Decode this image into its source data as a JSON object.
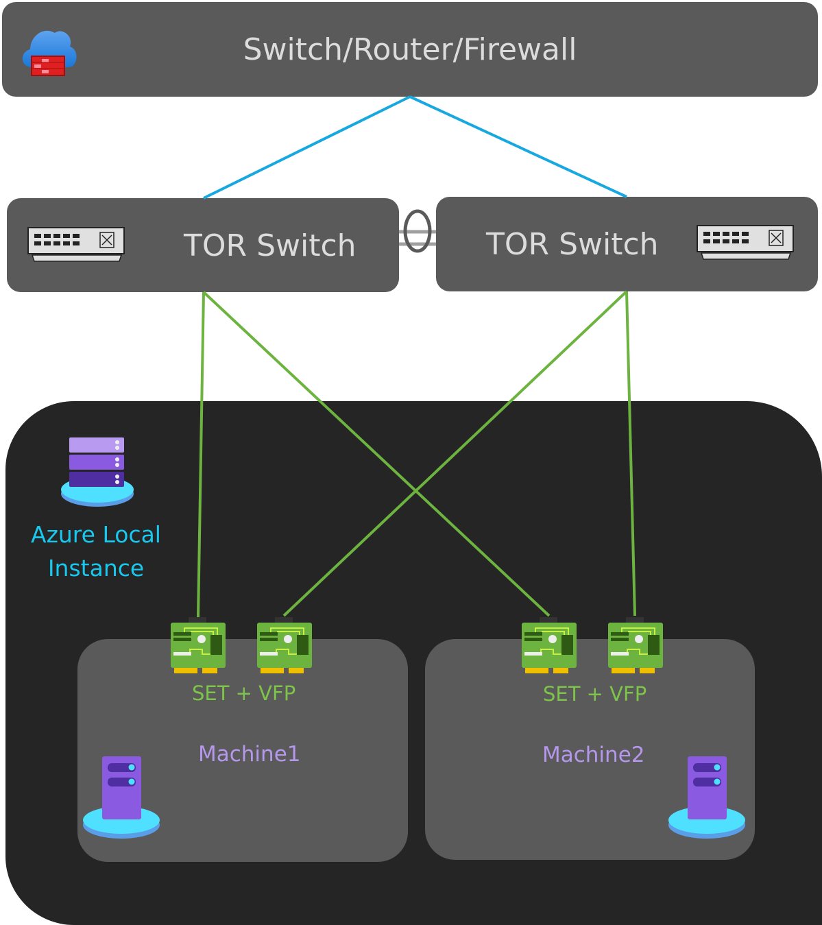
{
  "diagram": {
    "top_device": {
      "label": "Switch/Router/Firewall",
      "icon": "cloud-firewall-icon"
    },
    "tor_switches": [
      {
        "label": "TOR Switch",
        "icon": "network-switch-icon"
      },
      {
        "label": "TOR Switch",
        "icon": "network-switch-icon"
      }
    ],
    "tor_link": {
      "icon": "link-aggregation-icon"
    },
    "instance": {
      "label_line1": "Azure Local",
      "label_line2": "Instance",
      "icon": "server-stack-icon"
    },
    "machines": [
      {
        "name": "Machine1",
        "nic_label": "SET + VFP",
        "icon": "server-icon",
        "nics": [
          "nic-icon",
          "nic-icon"
        ]
      },
      {
        "name": "Machine2",
        "nic_label": "SET + VFP",
        "icon": "server-icon",
        "nics": [
          "nic-icon",
          "nic-icon"
        ]
      }
    ],
    "colors": {
      "uplink": "#18a8e0",
      "downlink": "#6db33f",
      "box": "#5a5a5a",
      "instance_bg": "#252525",
      "instance_label": "#18c8ee",
      "nic_label": "#7ec34a",
      "machine_label": "#b597ec"
    }
  }
}
